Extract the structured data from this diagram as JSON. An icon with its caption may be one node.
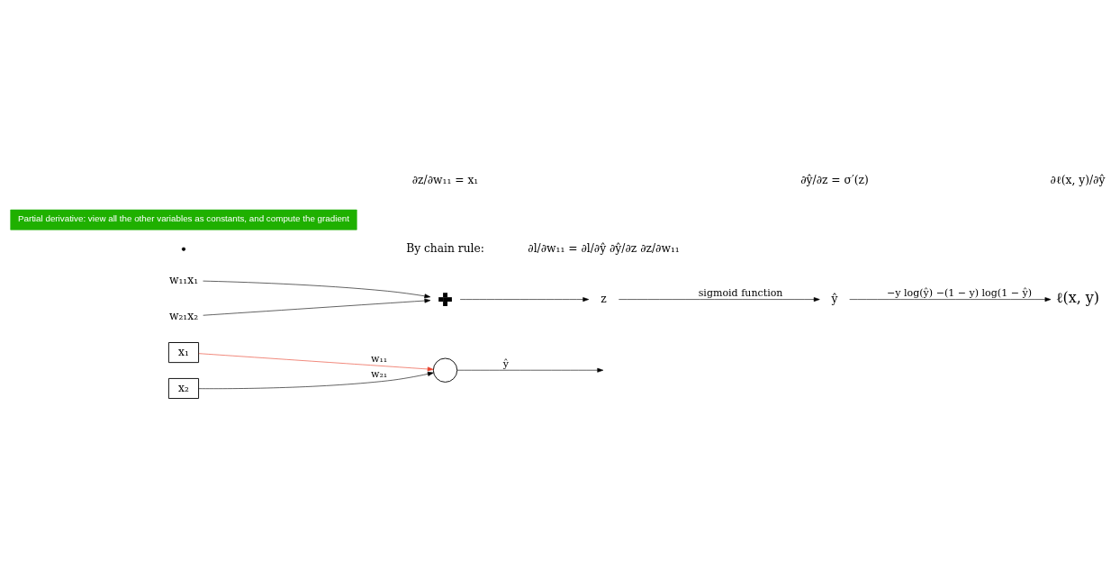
{
  "diagram": {
    "nodes": [
      {
        "text": [
          "x₁"
        ]
      },
      {
        "text": [
          "x₂"
        ]
      },
      {
        "text": [],
        "shape": "circle"
      },
      {
        "text": [
          "w₁₁x₁"
        ]
      },
      {
        "text": [
          "w₂₁x₂"
        ]
      },
      {
        "text": [],
        "shape": "plus"
      },
      {
        "text": [
          "z"
        ]
      },
      {
        "text": [
          "ŷ"
        ]
      },
      {
        "text": [
          "ℓ(x, y)"
        ]
      },
      {
        "text": [
          "Partial derivative: view all the other variables as constants, and compute the gradient"
        ]
      }
    ],
    "edges": [
      {
        "from": 0,
        "to": 2,
        "arrow": "to",
        "label": "w₁₁",
        "color": "#e8402a"
      },
      {
        "from": 1,
        "to": 2,
        "arrow": "to",
        "label": "w₂₁"
      },
      {
        "from": 2,
        "to": null,
        "arrow": "to",
        "label": "ŷ"
      },
      {
        "from": 3,
        "to": 5,
        "arrow": "to"
      },
      {
        "from": 4,
        "to": 5,
        "arrow": "to"
      },
      {
        "from": 5,
        "to": 6,
        "arrow": "to"
      },
      {
        "from": 6,
        "to": 7,
        "arrow": "to",
        "label": "sigmoid function"
      },
      {
        "from": 7,
        "to": 8,
        "arrow": "to",
        "label": "−y log(ŷ) −(1 − y) log(1 − ŷ)"
      }
    ],
    "labels": [
      "∂z/∂w₁₁ = x₁",
      "∂ŷ/∂z = σ′(z)",
      "∂ℓ(x, y)/∂ŷ",
      "By chain rule:",
      "∂l/∂w₁₁ = ∂l/∂ŷ ∂ŷ/∂z ∂z/∂w₁₁"
    ]
  }
}
